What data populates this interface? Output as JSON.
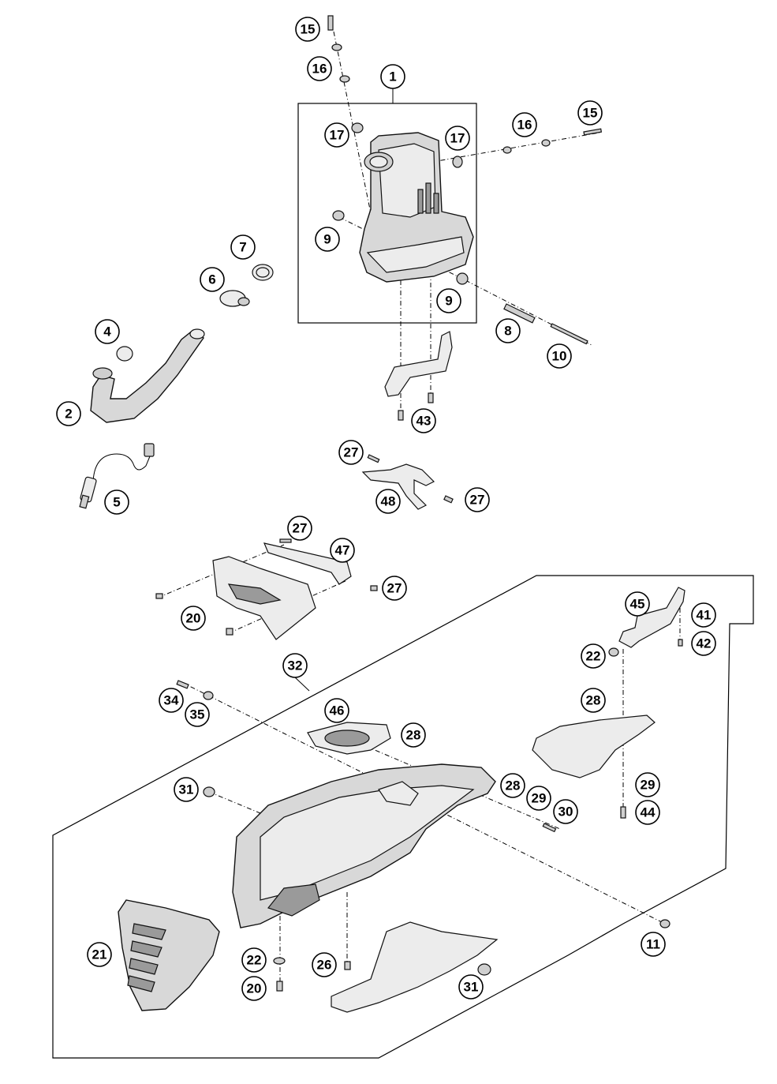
{
  "callouts": [
    "15",
    "16",
    "1",
    "17",
    "17",
    "16",
    "15",
    "9",
    "9",
    "7",
    "6",
    "8",
    "10",
    "4",
    "2",
    "43",
    "5",
    "27",
    "27",
    "48",
    "27",
    "47",
    "27",
    "20",
    "45",
    "41",
    "42",
    "22",
    "32",
    "34",
    "35",
    "28",
    "46",
    "28",
    "31",
    "28",
    "29",
    "30",
    "29",
    "44",
    "11",
    "21",
    "22",
    "26",
    "31",
    "20"
  ],
  "colors": {
    "line": "#000000",
    "fill": "#d8d8d8",
    "background": "#ffffff"
  }
}
